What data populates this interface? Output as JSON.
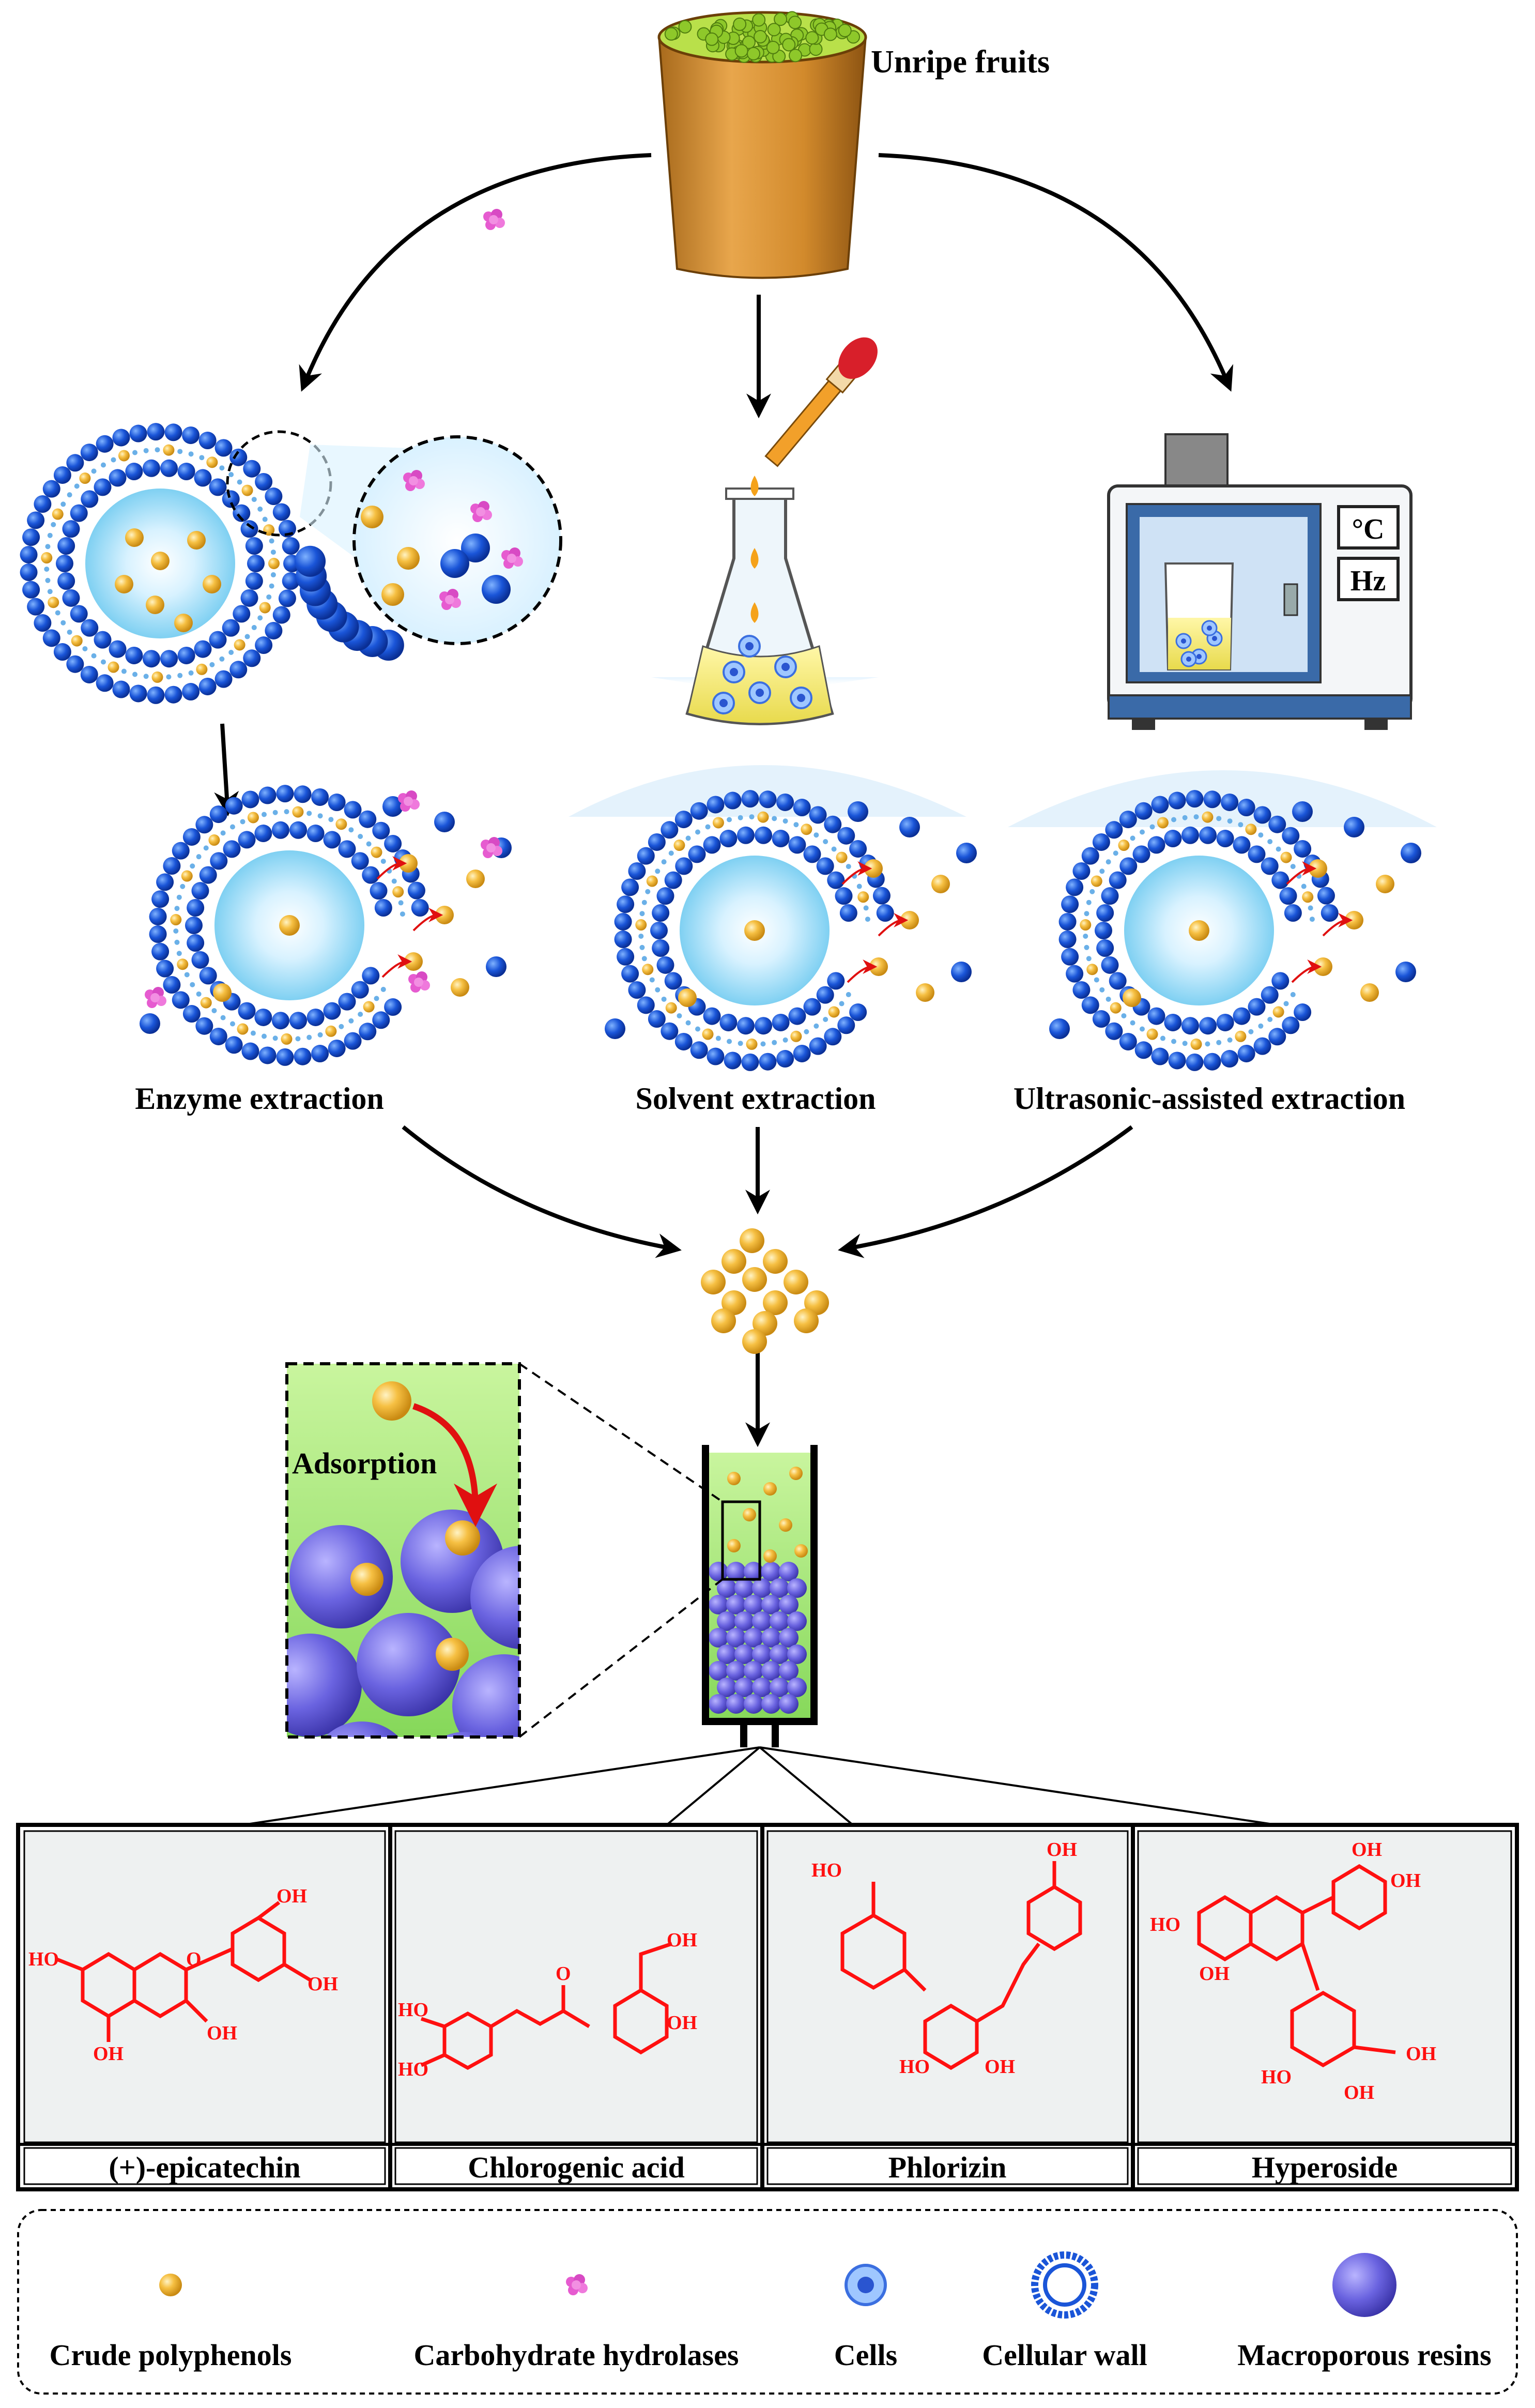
{
  "sources": {
    "fruit": "Unripe fruits"
  },
  "methods": {
    "enzyme": "Enzyme extraction",
    "solvent": "Solvent extraction",
    "ultrasonic": "Ultrasonic-assisted extraction"
  },
  "device": {
    "temp_unit": "°C",
    "freq_unit": "Hz"
  },
  "column": {
    "adsorption_label": "Adsorption"
  },
  "compounds": [
    {
      "name": "(+)-epicatechin"
    },
    {
      "name": "Chlorogenic acid"
    },
    {
      "name": "Phlorizin"
    },
    {
      "name": "Hyperoside"
    }
  ],
  "structure_labels": {
    "oh": "OH",
    "ho": "HO",
    "o": "O"
  },
  "legend": [
    {
      "label": "Crude polyphenols",
      "icon": "gold-sphere-icon"
    },
    {
      "label": "Carbohydrate hydrolases",
      "icon": "pink-enzyme-icon"
    },
    {
      "label": "Cells",
      "icon": "blue-cell-icon"
    },
    {
      "label": "Cellular wall",
      "icon": "blue-ring-icon"
    },
    {
      "label": "Macroporous resins",
      "icon": "purple-sphere-icon"
    }
  ],
  "colors": {
    "wall_blue": "#1a55d8",
    "polyphenol_gold": "#f2b838",
    "enzyme_pink": "#e65bd0",
    "resin_purple": "#6a63e0",
    "structure_red": "#ff1010",
    "arrow_red": "#e01010",
    "panel_bg": "#eef1f1",
    "column_green": "#9ee36a"
  }
}
